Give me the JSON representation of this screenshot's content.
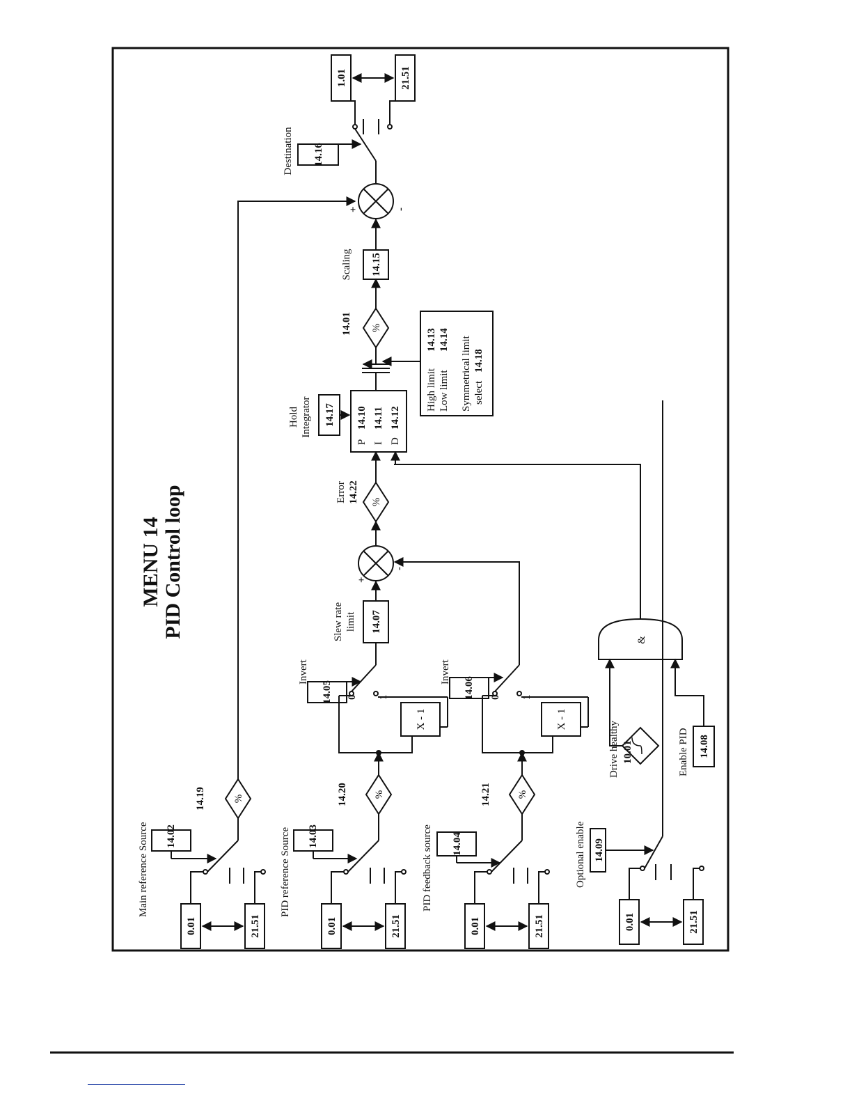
{
  "title": {
    "line1": "MENU 14",
    "line2": "PID Control loop"
  },
  "sources": [
    {
      "label": "Main reference Source",
      "param": "14.02",
      "range_low": "0.01",
      "range_high": "21.51",
      "pct": "14.19"
    },
    {
      "label": "PID reference Source",
      "param": "14.03",
      "range_low": "0.01",
      "range_high": "21.51",
      "pct": "14.20"
    },
    {
      "label": "PID feedback source",
      "param": "14.04",
      "range_low": "0.01",
      "range_high": "21.51",
      "pct": "14.21"
    },
    {
      "label": "Optional enable",
      "param": "14.09",
      "range_low": "0.01",
      "range_high": "21.51"
    }
  ],
  "invert_ref": {
    "label": "Invert",
    "param": "14.05",
    "zero": "0",
    "one": "1",
    "block": "X - 1"
  },
  "invert_fb": {
    "label": "Invert",
    "param": "14.06",
    "zero": "0",
    "one": "1",
    "block": "X - 1"
  },
  "slew": {
    "label_line1": "Slew rate",
    "label_line2": "limit",
    "param": "14.07"
  },
  "summers": {
    "plus": "+",
    "minus": "-"
  },
  "error": {
    "label": "Error",
    "param": "14.22"
  },
  "hold": {
    "label_line1": "Hold",
    "label_line2": "Integrator",
    "param": "14.17"
  },
  "pid": {
    "rows": [
      {
        "letter": "P",
        "param": "14.10"
      },
      {
        "letter": "I",
        "param": "14.11"
      },
      {
        "letter": "D",
        "param": "14.12"
      }
    ]
  },
  "limits": {
    "high_label": "High limit",
    "high_param": "14.13",
    "low_label": "Low limit",
    "low_param": "14.14",
    "sym_line1": "Symmetrical limit",
    "sym_line2": "select",
    "sym_param": "14.18"
  },
  "output_pct": "14.01",
  "scaling": {
    "label": "Scaling",
    "param": "14.15"
  },
  "destination": {
    "label": "Destination",
    "param": "14.16",
    "range_low": "1.01",
    "range_high": "21.51"
  },
  "drive_healthy": {
    "label": "Drive healthy",
    "param": "10.01"
  },
  "enable_pid": {
    "label": "Enable PID",
    "param": "14.08"
  },
  "and_gate": "&",
  "pct_symbol": "%"
}
